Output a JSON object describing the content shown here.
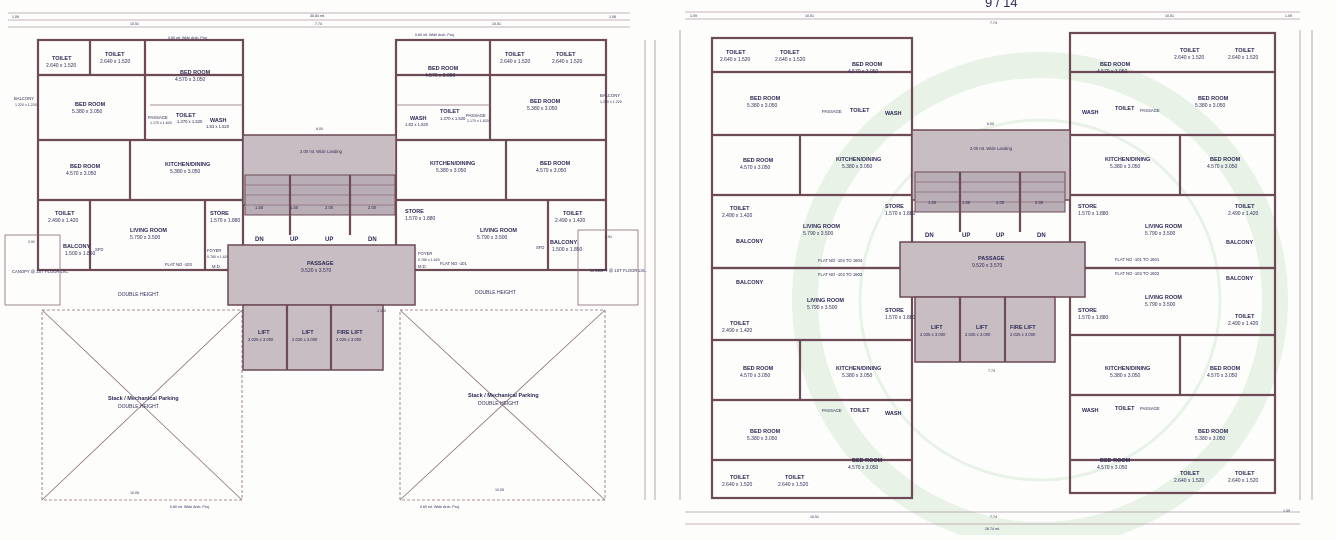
{
  "page_number": "9 / 14",
  "plan": {
    "rooms": {
      "bedroom": "BED ROOM",
      "toilet": "TOILET",
      "kitchen": "KITCHEN/DINING",
      "living": "LIVING ROOM",
      "balcony": "BALCONY",
      "wash": "WASH",
      "passage": "PASSAGE",
      "store": "STORE",
      "foyer": "FOYER",
      "lift": "LIFT",
      "fire_lift": "FIRE LIFT",
      "landing": "2.00 mt. Wide Landing",
      "double_height": "DOUBLE HEIGHT",
      "stack_parking": "Stack / Mechanical Parking",
      "canopy": "CANOPY @ 1ST FLOOR LVL.",
      "sfd": "SFD"
    },
    "dims": {
      "bedroom_a": "4.570 x 3.050",
      "bedroom_b": "5.380 x 3.050",
      "toilet_a": "2.640 x 1.520",
      "toilet_b": "2.490 x 1.420",
      "toilet_c": "1.370 x 1.520",
      "kitchen": "5.380 x 3.050",
      "living": "5.790 x 3.500",
      "wash": "1.83 x 1.520",
      "passage_small": "1.170 x 1.620",
      "store": "1.570 x 1.880",
      "balcony": "1.500 x 1.850",
      "balcony_small": "1.220 x 1.220",
      "foyer": "0.780 x 1.620",
      "passage_main": "9.520 x 3.570",
      "lift": "2.025 x 3.000",
      "stairs": [
        "1.50",
        "1.50",
        "2.00",
        "2.00"
      ]
    },
    "flat_labels": {
      "left_a": "FLAT NO -103",
      "left_b": "FLAT NO -101",
      "right_tl": "FLAT NO -104 TO 1604",
      "right_tr": "FLAT NO -101 TO 1601",
      "right_bl": "FLAT NO -103 TO 1603",
      "right_br": "FLAT NO -102 TO 1602"
    },
    "overall_dims": {
      "left_total": "30.84 mt.",
      "right_total": "28.74 mt.",
      "d_10_51": "10.51",
      "d_7_74": "7.74",
      "d_1_09": "1.09",
      "d_6_00": "6.00",
      "d_10_05": "10.05",
      "d_2_91": "2.91",
      "d_1_08": "1.08",
      "d_1_120": "1.120"
    },
    "misc": {
      "dn": "DN",
      "up": "UP",
      "md": "M.D.",
      "wide_arch": "0.60 mt. Wide Arch. Proj."
    }
  }
}
